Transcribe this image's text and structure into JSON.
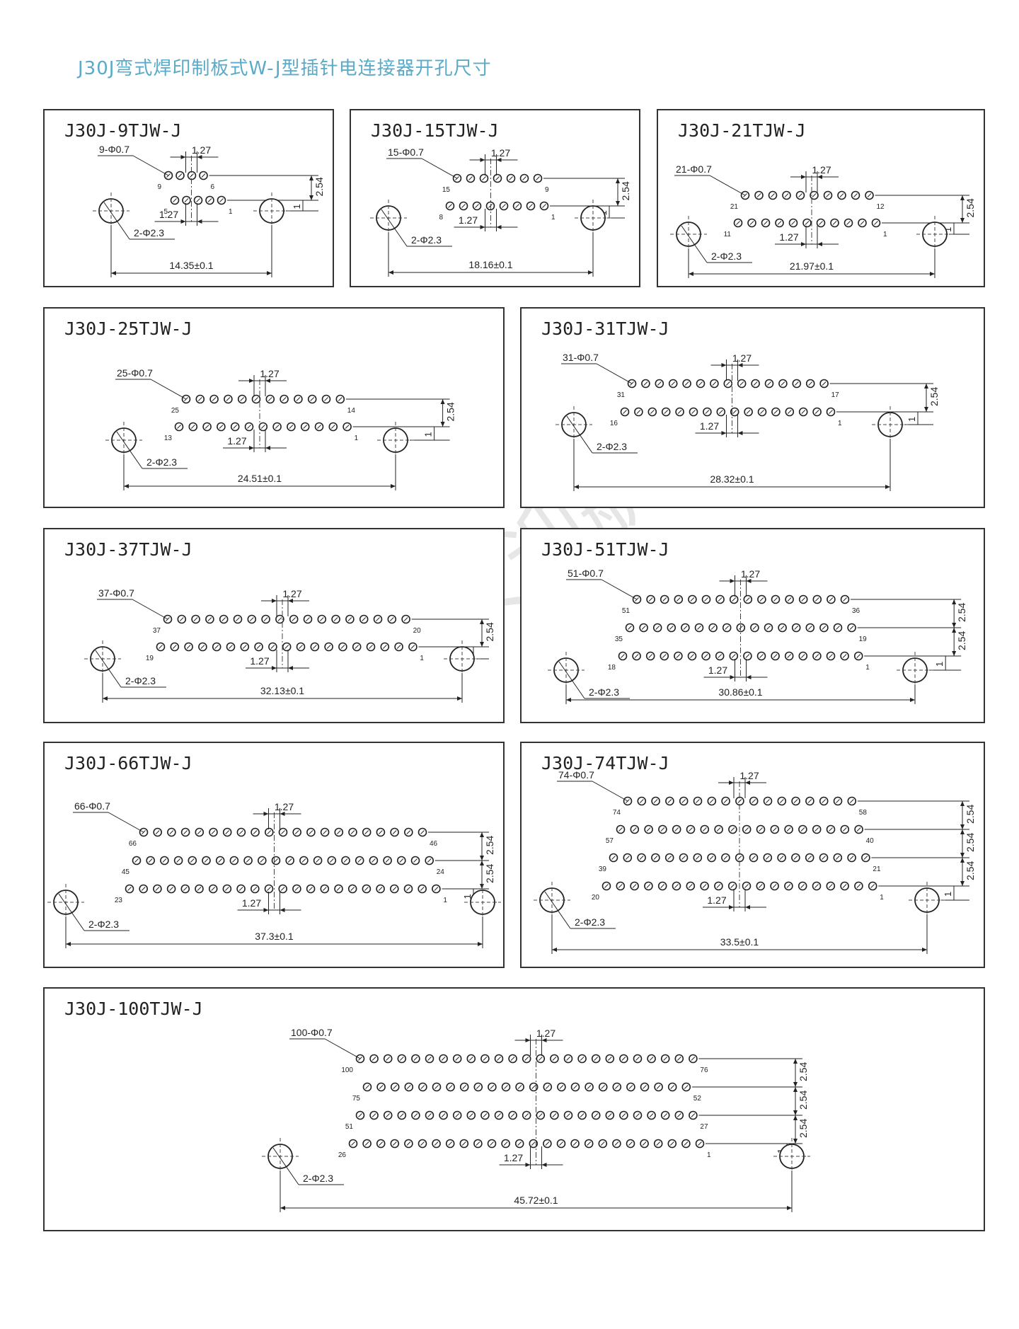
{
  "title": "J30J弯式焊印制板式W-J型插针电连接器开孔尺寸",
  "watermark": "西安迎航电子",
  "panels": [
    {
      "id": "p9",
      "model": "J30J-9TJW-J",
      "n": 9,
      "pin_label": "9-Φ0.7",
      "rows": [
        {
          "count": 4,
          "start": 9,
          "end": 6
        },
        {
          "count": 5,
          "start": 5,
          "end": 1
        }
      ],
      "pitch": "1.27",
      "row_pitch": "2.54",
      "offset": "1",
      "mount": "2-Φ2.3",
      "width": "14.35±0.1"
    },
    {
      "id": "p15",
      "model": "J30J-15TJW-J",
      "n": 15,
      "pin_label": "15-Φ0.7",
      "rows": [
        {
          "count": 7,
          "start": 15,
          "end": 9
        },
        {
          "count": 8,
          "start": 8,
          "end": 1
        }
      ],
      "pitch": "1.27",
      "row_pitch": "2.54",
      "offset": "1",
      "mount": "2-Φ2.3",
      "width": "18.16±0.1"
    },
    {
      "id": "p21",
      "model": "J30J-21TJW-J",
      "n": 21,
      "pin_label": "21-Φ0.7",
      "rows": [
        {
          "count": 10,
          "start": 21,
          "end": 12
        },
        {
          "count": 11,
          "start": 11,
          "end": 1
        }
      ],
      "pitch": "1.27",
      "row_pitch": "2.54",
      "offset": "1",
      "mount": "2-Φ2.3",
      "width": "21.97±0.1"
    },
    {
      "id": "p25",
      "model": "J30J-25TJW-J",
      "n": 25,
      "pin_label": "25-Φ0.7",
      "rows": [
        {
          "count": 12,
          "start": 25,
          "end": 14
        },
        {
          "count": 13,
          "start": 13,
          "end": 1
        }
      ],
      "pitch": "1.27",
      "row_pitch": "2.54",
      "offset": "1",
      "mount": "2-Φ2.3",
      "width": "24.51±0.1"
    },
    {
      "id": "p31",
      "model": "J30J-31TJW-J",
      "n": 31,
      "pin_label": "31-Φ0.7",
      "rows": [
        {
          "count": 15,
          "start": 31,
          "end": 17
        },
        {
          "count": 16,
          "start": 16,
          "end": 1
        }
      ],
      "pitch": "1.27",
      "row_pitch": "2.54",
      "offset": "1",
      "mount": "2-Φ2.3",
      "width": "28.32±0.1"
    },
    {
      "id": "p37",
      "model": "J30J-37TJW-J",
      "n": 37,
      "pin_label": "37-Φ0.7",
      "rows": [
        {
          "count": 18,
          "start": 37,
          "end": 20
        },
        {
          "count": 19,
          "start": 19,
          "end": 1
        }
      ],
      "pitch": "1.27",
      "row_pitch": "2.54",
      "offset": "1",
      "mount": "2-Φ2.3",
      "width": "32.13±0.1"
    },
    {
      "id": "p51",
      "model": "J30J-51TJW-J",
      "n": 51,
      "pin_label": "51-Φ0.7",
      "rows": [
        {
          "count": 16,
          "start": 51,
          "end": 36
        },
        {
          "count": 17,
          "start": 35,
          "end": 19
        },
        {
          "count": 18,
          "start": 18,
          "end": 1
        }
      ],
      "pitch": "1.27",
      "row_pitch": "2.54",
      "offset": "1",
      "mount": "2-Φ2.3",
      "width": "30.86±0.1"
    },
    {
      "id": "p66",
      "model": "J30J-66TJW-J",
      "n": 66,
      "pin_label": "66-Φ0.7",
      "rows": [
        {
          "count": 21,
          "start": 66,
          "end": 46
        },
        {
          "count": 22,
          "start": 45,
          "end": 24
        },
        {
          "count": 23,
          "start": 23,
          "end": 1
        }
      ],
      "pitch": "1.27",
      "row_pitch": "2.54",
      "offset": "1",
      "mount": "2-Φ2.3",
      "width": "37.3±0.1"
    },
    {
      "id": "p74",
      "model": "J30J-74TJW-J",
      "n": 74,
      "pin_label": "74-Φ0.7",
      "rows": [
        {
          "count": 17,
          "start": 74,
          "end": 58
        },
        {
          "count": 18,
          "start": 57,
          "end": 40
        },
        {
          "count": 19,
          "start": 39,
          "end": 21
        },
        {
          "count": 20,
          "start": 20,
          "end": 1
        }
      ],
      "pitch": "1.27",
      "row_pitch": "2.54",
      "offset": "1",
      "mount": "2-Φ2.3",
      "width": "33.5±0.1"
    },
    {
      "id": "p100",
      "model": "J30J-100TJW-J",
      "n": 100,
      "pin_label": "100-Φ0.7",
      "rows": [
        {
          "count": 25,
          "start": 100,
          "end": 76
        },
        {
          "count": 24,
          "start": 75,
          "end": 52
        },
        {
          "count": 25,
          "start": 51,
          "end": 27
        },
        {
          "count": 26,
          "start": 26,
          "end": 1
        }
      ],
      "pitch": "1.27",
      "row_pitch": "2.54",
      "offset": "1",
      "mount": "2-Φ2.3",
      "width": "45.72±0.1"
    }
  ]
}
